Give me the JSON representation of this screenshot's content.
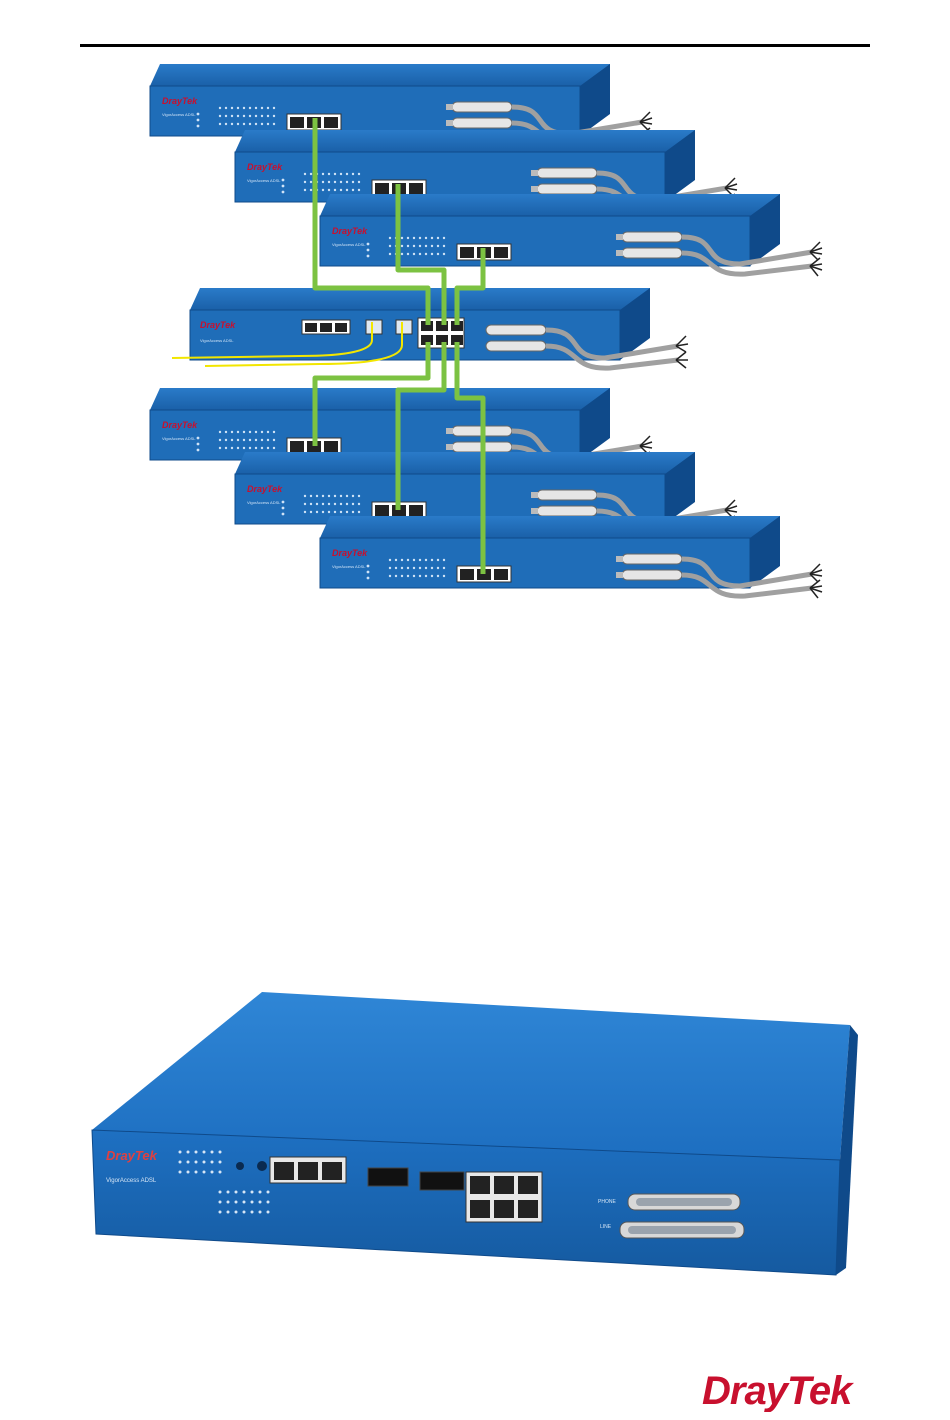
{
  "units": [
    {
      "logo": "DrayTek",
      "model": "VigorAccess ADSL"
    },
    {
      "logo": "DrayTek",
      "model": "VigorAccess ADSL"
    },
    {
      "logo": "DrayTek",
      "model": "VigorAccess ADSL"
    },
    {
      "logo": "DrayTek",
      "model": "VigorAccess ADSL"
    },
    {
      "logo": "DrayTek",
      "model": "VigorAccess ADSL"
    },
    {
      "logo": "DrayTek",
      "model": "VigorAccess ADSL"
    },
    {
      "logo": "DrayTek",
      "model": "VigorAccess ADSL"
    }
  ],
  "device": {
    "logo": "DrayTek",
    "model": "VigorAccess ADSL",
    "label_phone": "PHONE",
    "label_line": "LINE"
  },
  "brand": {
    "name": "DrayTek",
    "part1": "Dray",
    "part2": "Tek"
  },
  "colors": {
    "chassis": "#1f6db8",
    "chassis_dark": "#0f4a8a",
    "green_cable": "#7cc242",
    "yellow_fiber": "#f2e600",
    "gray_cable": "#a0a0a0",
    "brand_red": "#c8102e"
  }
}
